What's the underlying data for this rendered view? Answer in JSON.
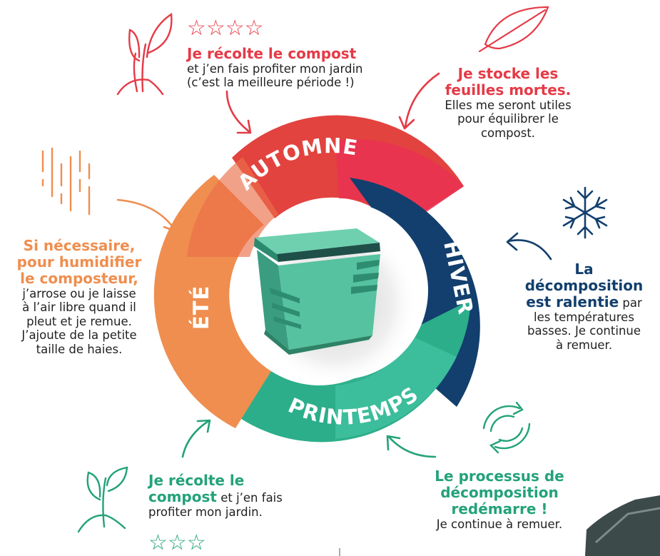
{
  "colors": {
    "autumn": "#e2433f",
    "winter": "#123f6d",
    "spring": "#2cae8b",
    "summer": "#ef8e4f",
    "red_text": "#e53a46",
    "orange_text": "#ef8e4f",
    "green_text": "#23a27a",
    "blue_text": "#123f6d",
    "dark_text": "#222222"
  },
  "seasons": {
    "autumn": "AUTOMNE",
    "winter": "HIVER",
    "spring": "PRINTEMPS",
    "summer": "ÉTÉ"
  },
  "notes": {
    "autumn_harvest": {
      "rating": "☆☆☆☆",
      "title": "Je récolte le compost",
      "body_1": "et j’en fais profiter mon jardin",
      "body_2": "(c’est la meilleure période !)"
    },
    "autumn_leaves": {
      "title_1": "Je stocke les",
      "title_2": "feuilles mortes.",
      "body_1": "Elles me seront utiles",
      "body_2": "pour équilibrer le",
      "body_3": "compost."
    },
    "summer": {
      "title_1": "Si nécessaire,",
      "title_2": "pour humidifier",
      "title_3": "le composteur,",
      "body_1": "j’arrose ou je laisse",
      "body_2": "à l’air libre quand il",
      "body_3": "pleut et je remue.",
      "body_4": "J’ajoute de la petite",
      "body_5": "taille de haies."
    },
    "winter": {
      "title_1": "La",
      "title_2": "décomposition",
      "title_3": "est ralentie",
      "title_3_tail": " par",
      "body_1": "les températures",
      "body_2": "basses. Je continue",
      "body_3": "à remuer."
    },
    "spring_harvest": {
      "title_1": "Je récolte le",
      "title_2": "compost",
      "title_2_tail": " et j’en fais",
      "body_1": "profiter mon jardin.",
      "rating": "☆☆☆"
    },
    "spring_restart": {
      "title_1": "Le processus de",
      "title_2": "décomposition",
      "title_3": "redémarre !",
      "body_1": "Je continue à remuer."
    }
  }
}
